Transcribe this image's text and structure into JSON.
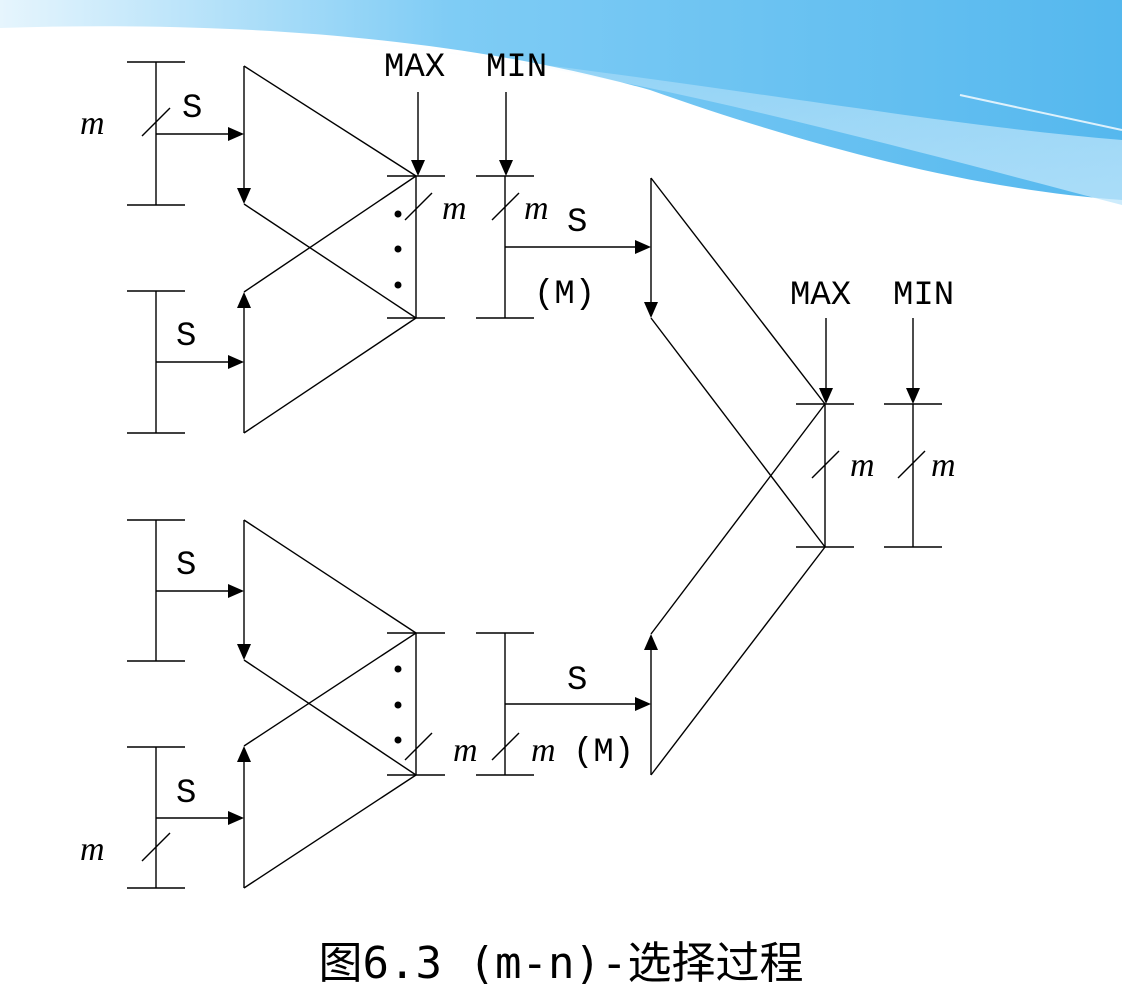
{
  "colors": {
    "banner_light": "#bfe6fb",
    "banner_mid": "#7fccf5",
    "banner_dark": "#4fb6ef",
    "ink": "#000000"
  },
  "labels": {
    "S": "S",
    "m": "m",
    "M": "(M)",
    "max": "MAX",
    "min": "MIN"
  },
  "caption": "图6.3 (m-n)-选择过程"
}
